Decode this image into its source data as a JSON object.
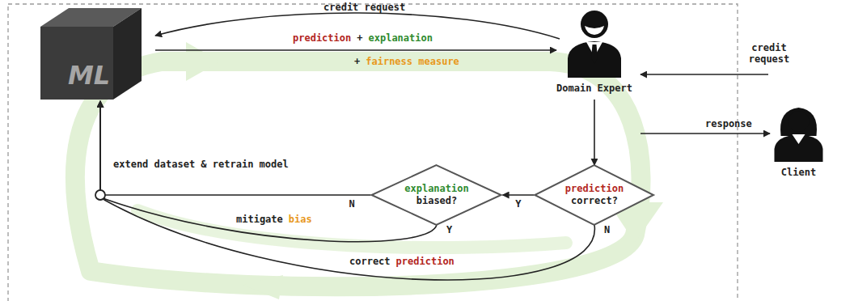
{
  "diagram": {
    "nodes": [
      {
        "text": [
          "ML"
        ]
      },
      {
        "text": [
          "Domain Expert"
        ]
      },
      {
        "text": [
          "Client"
        ]
      },
      {
        "text": [
          "prediction",
          "correct?"
        ]
      },
      {
        "text": [
          "explanation",
          "biased?"
        ]
      }
    ],
    "edges": [
      {
        "from": 1,
        "to": 0,
        "label": "credit request",
        "arrow": "to"
      },
      {
        "from": 0,
        "to": 1,
        "arrow": "to"
      },
      {
        "from": 2,
        "to": 1,
        "label": "credit request",
        "arrow": "to"
      },
      {
        "from": 1,
        "to": 2,
        "label": "response",
        "arrow": "to"
      },
      {
        "from": 1,
        "to": 3,
        "arrow": "to"
      },
      {
        "from": 3,
        "to": 4,
        "label": "Y",
        "arrow": "to"
      },
      {
        "from": 4,
        "to": 0,
        "label": "N",
        "arrow": "to"
      },
      {
        "from": 4,
        "to": 0,
        "label": "Y",
        "arrow": "to"
      },
      {
        "from": 3,
        "to": 0,
        "label": "N",
        "arrow": "to"
      }
    ],
    "labels": [
      "prediction",
      "+",
      "explanation",
      "+",
      "fairness measure",
      "extend dataset & retrain model",
      "mitigate",
      "bias",
      "correct",
      "prediction"
    ]
  }
}
